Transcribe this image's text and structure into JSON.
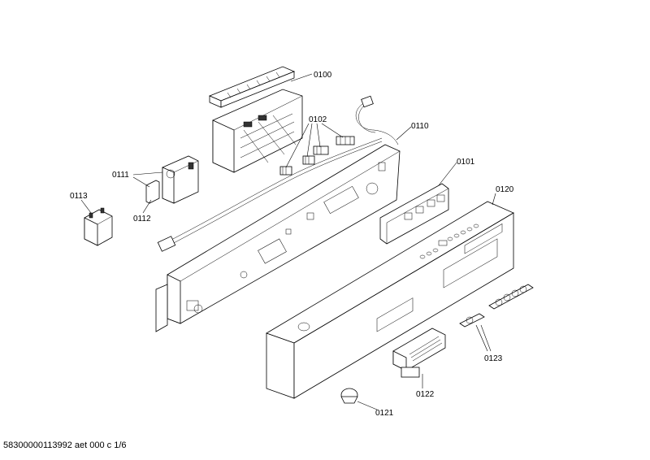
{
  "labels": {
    "p0100": "0100",
    "p0102": "0102",
    "p0110": "0110",
    "p0101": "0101",
    "p0111": "0111",
    "p0113": "0113",
    "p0112": "0112",
    "p0120": "0120",
    "p0123": "0123",
    "p0122": "0122",
    "p0121": "0121"
  },
  "footer": "58300000113992 aet 000 c 1/6"
}
